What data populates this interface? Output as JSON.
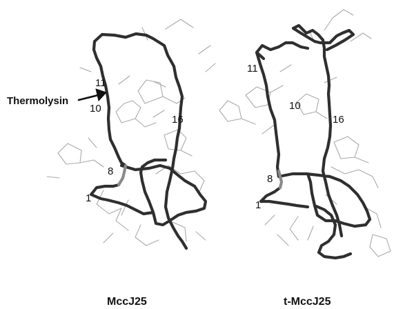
{
  "panels": [
    {
      "title": "MccJ25",
      "residue_labels": [
        "11",
        "10",
        "16",
        "8",
        "1"
      ],
      "annotation": "Thermolysin"
    },
    {
      "title": "t-MccJ25",
      "residue_labels": [
        "11",
        "10",
        "16",
        "8",
        "1"
      ]
    }
  ],
  "colors": {
    "backbone": "#2f2f2f",
    "backbone_highlight": "#8a8a8a",
    "sidechains": "#a9a9a9",
    "text": "#111111"
  }
}
